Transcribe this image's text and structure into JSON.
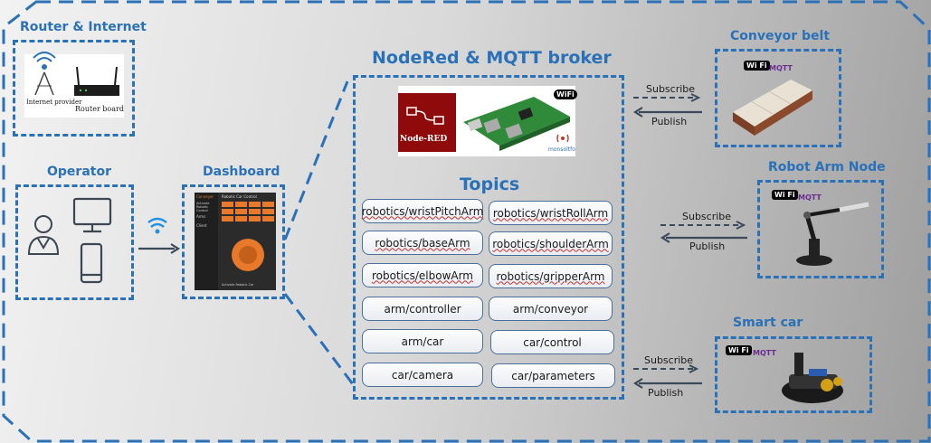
{
  "groups": {
    "router_internet": "Router & Internet",
    "operator": "Operator",
    "dashboard": "Dashboard",
    "broker": "NodeRed & MQTT broker",
    "topics": "Topics",
    "conveyor": "Conveyor belt",
    "robot_arm": "Robot Arm Node",
    "smart_car": "Smart car"
  },
  "router_images": {
    "internet_provider": "Internet provider",
    "router_board": "Router board"
  },
  "broker_images": {
    "nodered_logo": "Node-RED",
    "wifi": "WiFi",
    "brand": "monsoltfo"
  },
  "dashboard_ui": {
    "menu": [
      "Conveyor",
      "Activate Robotic Control",
      "Arms",
      "Client"
    ],
    "header": "Robotic Car Control",
    "footer": "Activate Robotic Car",
    "accent": "#e8792a"
  },
  "topics": [
    "robotics/wristPitchArm",
    "robotics/wristRollArm",
    "robotics/baseArm",
    "robotics/shoulderArm",
    "robotics/elbowArm",
    "robotics/gripperArm",
    "arm/controller",
    "arm/conveyor",
    "arm/car",
    "car/control",
    "car/camera",
    "car/parameters"
  ],
  "flows": {
    "subscribe": "Subscribe",
    "publish": "Publish"
  },
  "device_tags": {
    "wifi": "Wi Fi",
    "mqtt": "MQTT"
  },
  "colors": {
    "accent": "#2a71b8",
    "arrow": "#3a4a5a"
  }
}
